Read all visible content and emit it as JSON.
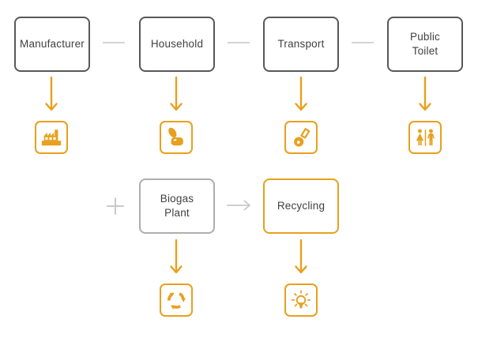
{
  "colors": {
    "accent": "#E8A01E",
    "box_border_dark": "#58585A",
    "box_border_light": "#AEAEAE",
    "connector": "#C9C9C9",
    "dash": "#D5D5D5",
    "text": "#414042",
    "background": "#FFFFFF"
  },
  "flow": {
    "top_row": {
      "manufacturer": {
        "label": "Manufacturer",
        "icon": "factory-icon"
      },
      "household": {
        "label": "Household",
        "icon": "toilet-icon"
      },
      "transport": {
        "label": "Transport",
        "icon": "handcart-icon"
      },
      "public_toilet": {
        "label": "Public Toilet",
        "icon": "restroom-icon"
      }
    },
    "bottom_row": {
      "plus_symbol": "+",
      "biogas_plant": {
        "label": "Biogas Plant",
        "icon": "recycle-icon"
      },
      "arrow_symbol": "→",
      "recycling": {
        "label": "Recycling",
        "icon": "lightbulb-icon"
      }
    }
  }
}
